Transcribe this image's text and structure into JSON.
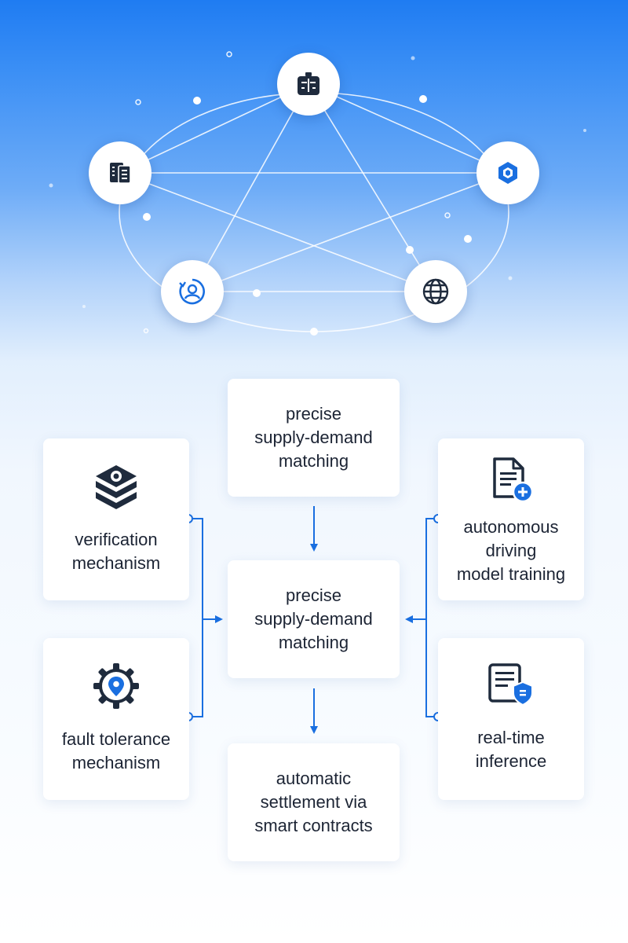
{
  "network": {
    "nodes": [
      {
        "name": "network-node-top",
        "icon": "robot-chip-icon"
      },
      {
        "name": "network-node-left",
        "icon": "document-stack-icon"
      },
      {
        "name": "network-node-right",
        "icon": "hexagon-cube-icon"
      },
      {
        "name": "network-node-bottom-left",
        "icon": "user-sync-icon"
      },
      {
        "name": "network-node-bottom-right",
        "icon": "globe-icon"
      }
    ]
  },
  "flow": {
    "top_card": "precise\nsupply-demand\nmatching",
    "center_card": "precise\nsupply-demand\nmatching",
    "bottom_card": "automatic\nsettlement via\nsmart contracts",
    "left_top_card": {
      "label": "verification\nmechanism",
      "icon": "layered-cube-icon"
    },
    "left_bottom_card": {
      "label": "fault tolerance\nmechanism",
      "icon": "gear-location-icon"
    },
    "right_top_card": {
      "label": "autonomous\ndriving\nmodel training",
      "icon": "document-plus-icon"
    },
    "right_bottom_card": {
      "label": "real-time\ninference",
      "icon": "document-shield-icon"
    }
  },
  "colors": {
    "accent": "#1a6fe0",
    "icon_dark": "#1f2b3d",
    "text": "#1c2434"
  }
}
